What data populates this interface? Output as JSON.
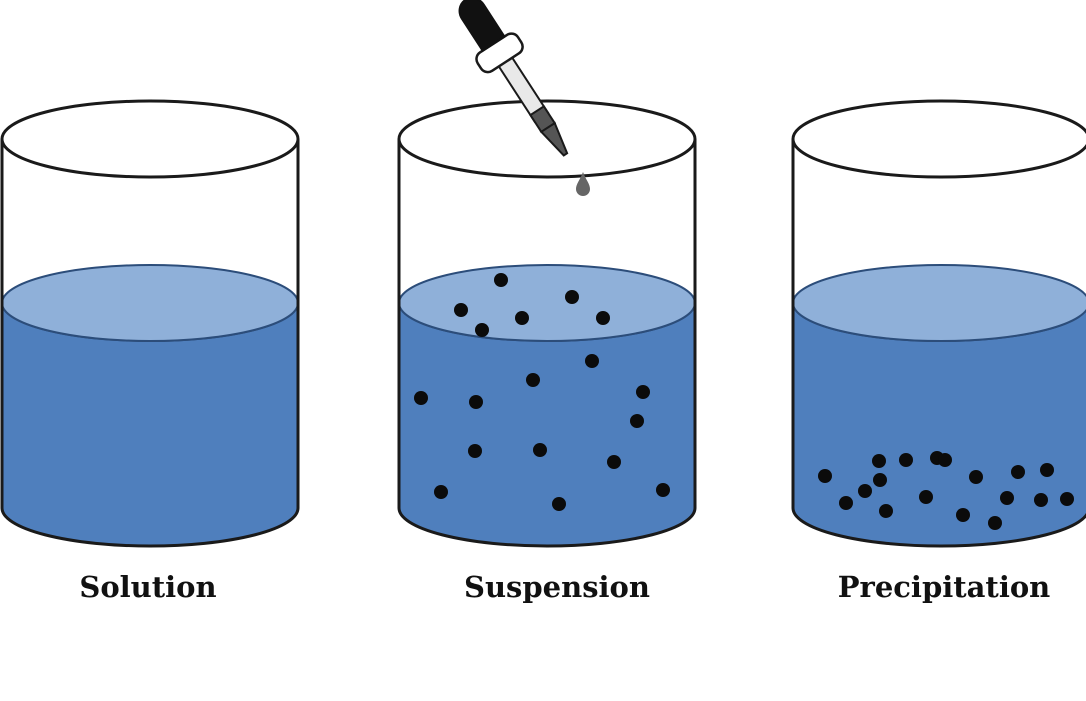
{
  "labels": {
    "left": "Solution",
    "middle": "Suspension",
    "right": "Precipitation"
  },
  "colors": {
    "liquid_side": "#4f7fbd",
    "liquid_surface": "#8fb0d9",
    "glass_outline": "#1a1a1a",
    "particle": "#0b0b0b",
    "dropper_bulb": "#111111",
    "drop": "#666666"
  },
  "icons": {
    "dropper": "dropper-icon"
  }
}
